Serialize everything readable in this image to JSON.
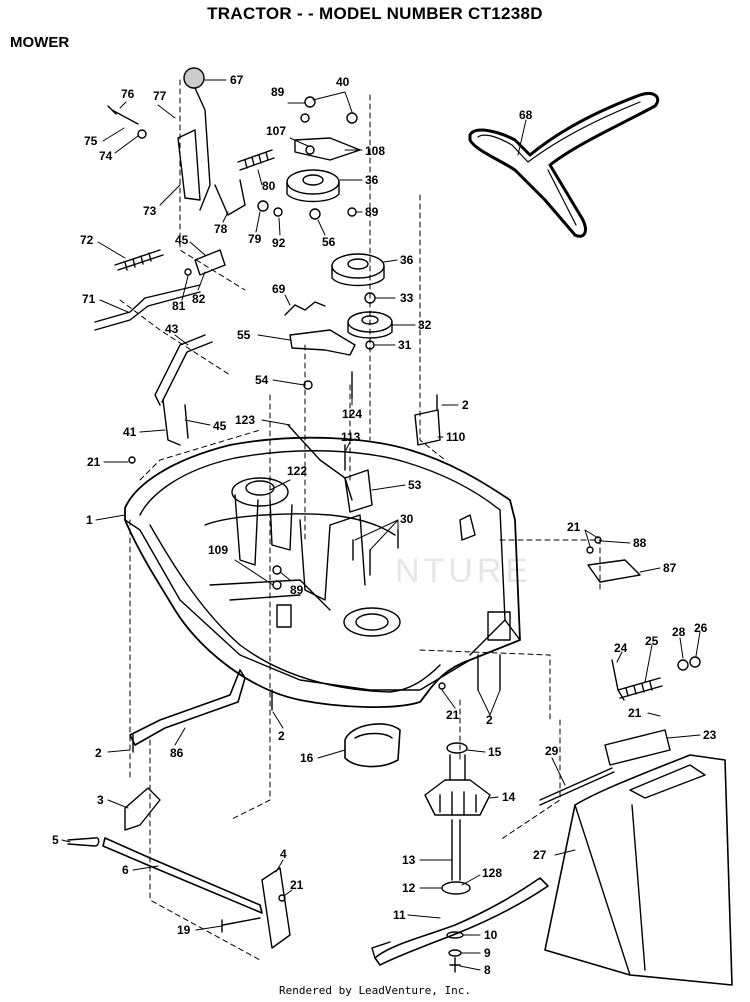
{
  "header": {
    "title": "TRACTOR - - MODEL NUMBER CT1238D",
    "section": "MOWER"
  },
  "footer": "Rendered by LeadVenture, Inc.",
  "watermark": "NTURE",
  "parts": [
    {
      "id": "p67",
      "text": "67"
    },
    {
      "id": "p76",
      "text": "76"
    },
    {
      "id": "p77",
      "text": "77"
    },
    {
      "id": "p75",
      "text": "75"
    },
    {
      "id": "p74",
      "text": "74"
    },
    {
      "id": "p73",
      "text": "73"
    },
    {
      "id": "p80",
      "text": "80"
    },
    {
      "id": "p78",
      "text": "78"
    },
    {
      "id": "p79",
      "text": "79"
    },
    {
      "id": "p92",
      "text": "92"
    },
    {
      "id": "p89a",
      "text": "89"
    },
    {
      "id": "p40",
      "text": "40"
    },
    {
      "id": "p107",
      "text": "107"
    },
    {
      "id": "p108",
      "text": "108"
    },
    {
      "id": "p36a",
      "text": "36"
    },
    {
      "id": "p89b",
      "text": "89"
    },
    {
      "id": "p56",
      "text": "56"
    },
    {
      "id": "p36b",
      "text": "36"
    },
    {
      "id": "p68",
      "text": "68"
    },
    {
      "id": "p72",
      "text": "72"
    },
    {
      "id": "p45a",
      "text": "45"
    },
    {
      "id": "p81",
      "text": "81"
    },
    {
      "id": "p82",
      "text": "82"
    },
    {
      "id": "p71",
      "text": "71"
    },
    {
      "id": "p69",
      "text": "69"
    },
    {
      "id": "p33",
      "text": "33"
    },
    {
      "id": "p55",
      "text": "55"
    },
    {
      "id": "p32",
      "text": "32"
    },
    {
      "id": "p31",
      "text": "31"
    },
    {
      "id": "p43",
      "text": "43"
    },
    {
      "id": "p54",
      "text": "54"
    },
    {
      "id": "p2a",
      "text": "2"
    },
    {
      "id": "p124",
      "text": "124"
    },
    {
      "id": "p41",
      "text": "41"
    },
    {
      "id": "p45b",
      "text": "45"
    },
    {
      "id": "p123",
      "text": "123"
    },
    {
      "id": "p110",
      "text": "110"
    },
    {
      "id": "p113",
      "text": "113"
    },
    {
      "id": "p21a",
      "text": "21"
    },
    {
      "id": "p122",
      "text": "122"
    },
    {
      "id": "p53",
      "text": "53"
    },
    {
      "id": "p1",
      "text": "1"
    },
    {
      "id": "p30",
      "text": "30"
    },
    {
      "id": "p21b",
      "text": "21"
    },
    {
      "id": "p88",
      "text": "88"
    },
    {
      "id": "p109",
      "text": "109"
    },
    {
      "id": "p89c",
      "text": "89"
    },
    {
      "id": "p87",
      "text": "87"
    },
    {
      "id": "p28",
      "text": "28"
    },
    {
      "id": "p26",
      "text": "26"
    },
    {
      "id": "p24",
      "text": "24"
    },
    {
      "id": "p25",
      "text": "25"
    },
    {
      "id": "p21c",
      "text": "21"
    },
    {
      "id": "p2b",
      "text": "2"
    },
    {
      "id": "p21d",
      "text": "21"
    },
    {
      "id": "p2c",
      "text": "2"
    },
    {
      "id": "p23",
      "text": "23"
    },
    {
      "id": "p2d",
      "text": "2"
    },
    {
      "id": "p86",
      "text": "86"
    },
    {
      "id": "p16",
      "text": "16"
    },
    {
      "id": "p15",
      "text": "15"
    },
    {
      "id": "p29",
      "text": "29"
    },
    {
      "id": "p3",
      "text": "3"
    },
    {
      "id": "p14",
      "text": "14"
    },
    {
      "id": "p5",
      "text": "5"
    },
    {
      "id": "p6",
      "text": "6"
    },
    {
      "id": "p4",
      "text": "4"
    },
    {
      "id": "p27",
      "text": "27"
    },
    {
      "id": "p13",
      "text": "13"
    },
    {
      "id": "p128",
      "text": "128"
    },
    {
      "id": "p21e",
      "text": "21"
    },
    {
      "id": "p12",
      "text": "12"
    },
    {
      "id": "p11",
      "text": "11"
    },
    {
      "id": "p19",
      "text": "19"
    },
    {
      "id": "p10",
      "text": "10"
    },
    {
      "id": "p9",
      "text": "9"
    },
    {
      "id": "p8",
      "text": "8"
    }
  ]
}
